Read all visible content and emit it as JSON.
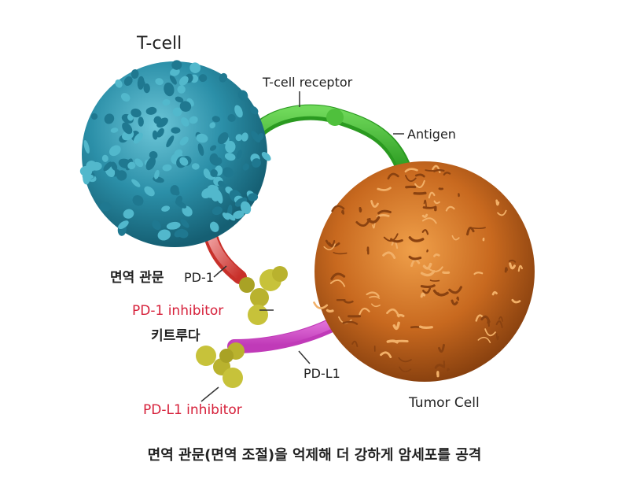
{
  "labels": {
    "t_cell": "T-cell",
    "t_cell_receptor": "T-cell receptor",
    "antigen": "Antigen",
    "immune_checkpoint": "면역 관문",
    "pd1": "PD-1",
    "pd1_inhibitor": "PD-1 inhibitor",
    "keytruda": "키트루다",
    "pdl1": "PD-L1",
    "pdl1_inhibitor": "PD-L1 inhibitor",
    "tumor_cell": "Tumor Cell"
  },
  "caption": "면역  관문(면역 조절)을 억제해 더 강하게 암세포를 공격",
  "colors": {
    "t_cell": "#2b8fa8",
    "tumor_cell": "#c8691f",
    "receptor": "#3cb52e",
    "pd1": "#d94a3a",
    "pdl1": "#d957d0",
    "inhibitor": "#b9b22e",
    "inhibitor_label": "#d6203a",
    "text": "#222222"
  }
}
